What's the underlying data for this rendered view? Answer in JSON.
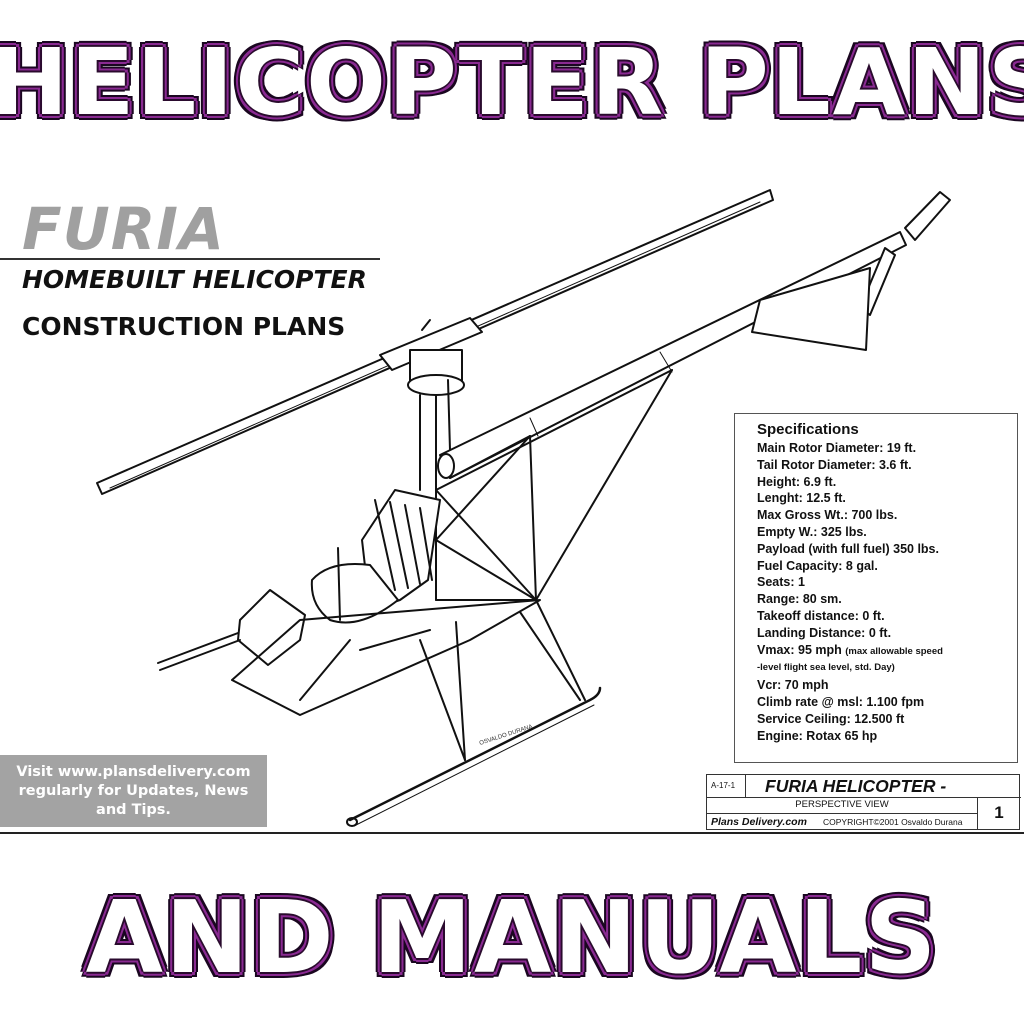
{
  "banner": {
    "top": "HELICOPTER PLANS",
    "bottom": "AND MANUALS"
  },
  "sheet": {
    "title": "FURIA",
    "subtitle": "HOMEBUILT HELICOPTER",
    "subtitle2": "CONSTRUCTION PLANS",
    "draftsman_mark": "OSVALDO DURANA"
  },
  "specifications": {
    "heading": "Specifications",
    "lines": [
      "Main Rotor Diameter: 19 ft.",
      "Tail Rotor Diameter: 3.6 ft.",
      "Height: 6.9 ft.",
      "Lenght: 12.5 ft.",
      "Max Gross Wt.: 700 lbs.",
      "Empty W.: 325 lbs.",
      "Payload (with full fuel) 350 lbs.",
      "Fuel Capacity: 8 gal.",
      "Seats: 1",
      "Range: 80 sm.",
      "Takeoff distance: 0 ft.",
      "Landing Distance: 0 ft."
    ],
    "vmax": "Vmax: 95 mph",
    "vmax_note": "(max allowable speed",
    "vmax_note2": "-level flight sea level, std. Day)",
    "lines_after": [
      "Vcr: 70 mph",
      "Climb rate @ msl: 1.100 fpm",
      "Service Ceiling: 12.500 ft",
      "Engine: Rotax 65 hp"
    ]
  },
  "visit": {
    "line1": "Visit www.plansdelivery.com",
    "line2": "regularly for Updates, News",
    "line3": "and Tips."
  },
  "title_block": {
    "code": "A-17-1",
    "name": "FURIA HELICOPTER -",
    "view": "PERSPECTIVE VIEW",
    "brand": "Plans Delivery.com",
    "copyright": "COPYRIGHT©2001 Osvaldo Durana",
    "sheet_number": "1"
  },
  "colors": {
    "banner_outline": "#8a2a92",
    "banner_dark": "#1a0620",
    "furia_gray": "#a0a0a0",
    "visit_box": "#a3a3a3"
  }
}
